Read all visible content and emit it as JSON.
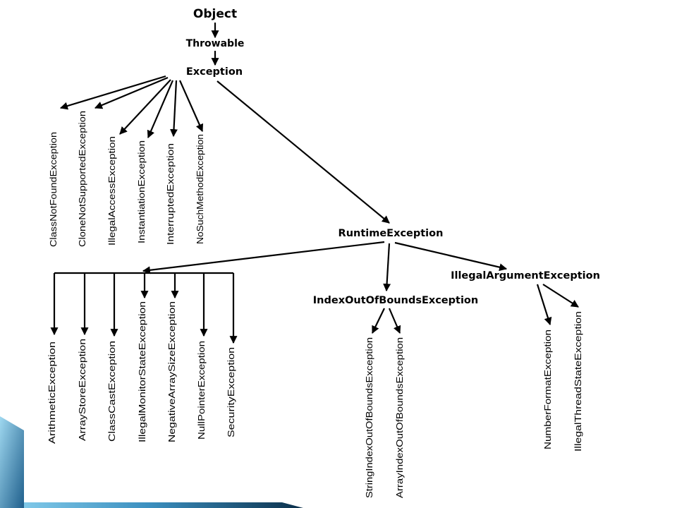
{
  "diagram": {
    "root": "Object",
    "throwable": "Throwable",
    "exception": "Exception",
    "runtime": "RuntimeException",
    "index_out_of_bounds": "IndexOutOfBoundsException",
    "illegal_argument": "IllegalArgumentException",
    "exception_children": [
      "ClassNotFoundException",
      "CloneNotSupportedException",
      "IllegalAccessException",
      "InstantiationException",
      "InterruptedException",
      "NoSuchMethodException"
    ],
    "runtime_children": [
      "ArithmeticException",
      "ArrayStoreException",
      "ClassCastException",
      "IllegalMonitorStateException",
      "NegativeArraySizeException",
      "NullPointerException",
      "SecurityException"
    ],
    "index_children": [
      "StringIndexOutOfBoundsException",
      "ArrayIndexOutOfBoundsException"
    ],
    "illegal_argument_children": [
      "NumberFormatException",
      "IllegalThreadStateException"
    ]
  },
  "colors": {
    "ink": "#000000",
    "accent_dark": "#0b3c5d",
    "accent_light": "#7fc8e8",
    "background": "#ffffff"
  }
}
